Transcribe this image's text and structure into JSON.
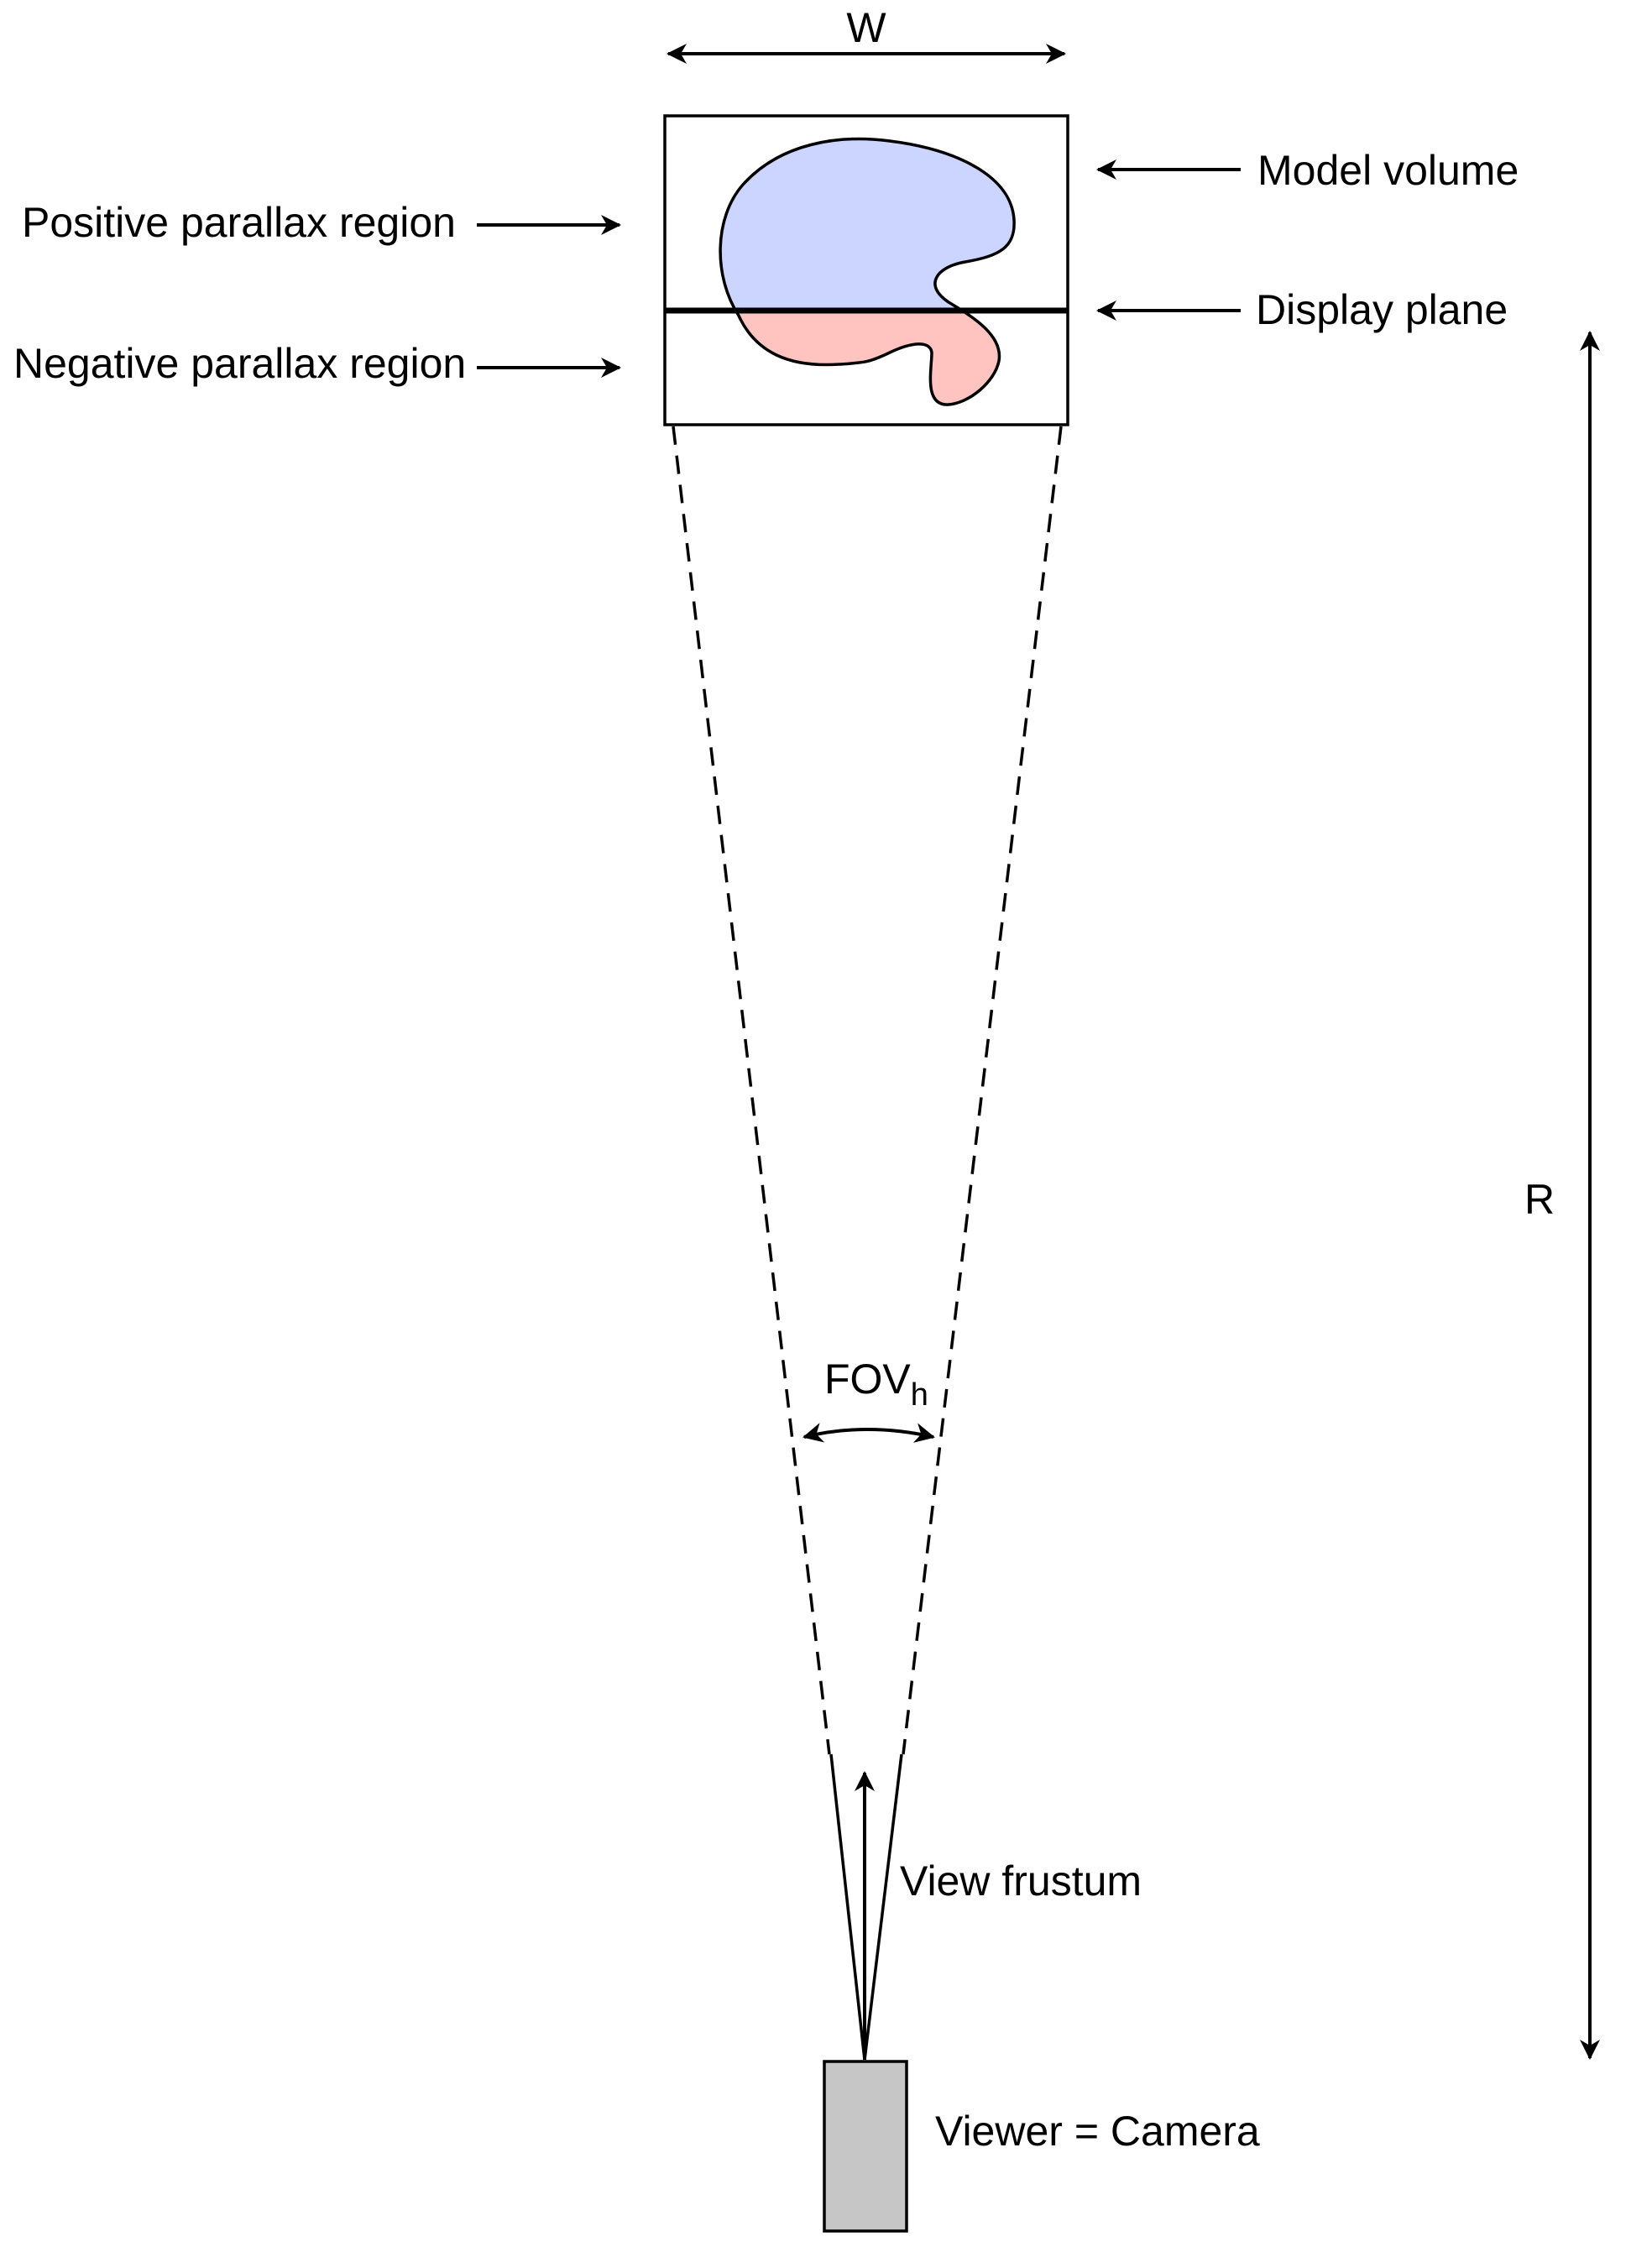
{
  "labels": {
    "width": "W",
    "model_volume": "Model volume",
    "positive_region": "Positive parallax region",
    "display_plane": "Display plane",
    "negative_region": "Negative parallax region",
    "distance": "R",
    "fov_main": "FOV",
    "fov_sub": "h",
    "view_frustum": "View frustum",
    "viewer": "Viewer = Camera"
  },
  "colors": {
    "stroke": "#000000",
    "positive_fill": "#ccd5ff",
    "negative_fill": "#ffc4c0",
    "camera_fill": "#c6c6c6"
  }
}
